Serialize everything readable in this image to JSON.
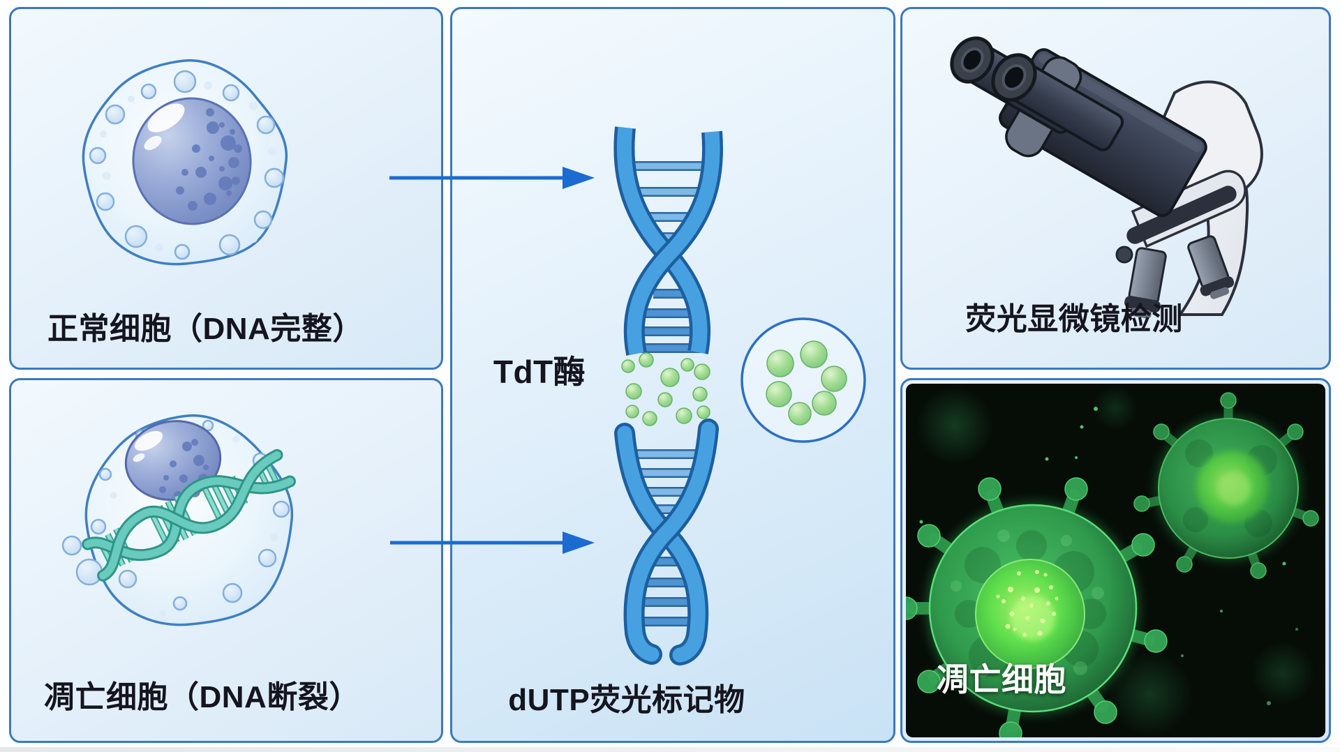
{
  "panels": {
    "normal_cell": {
      "label": "正常细胞（DNA完整）"
    },
    "apoptotic_cell": {
      "label": "凋亡细胞（DNA断裂）"
    },
    "reaction": {
      "tdt_label": "TdT酶",
      "dutp_label": "dUTP荧光标记物"
    },
    "detection": {
      "label": "荧光显微镜检测"
    },
    "micrograph": {
      "label": "凋亡细胞"
    }
  },
  "colors": {
    "panel_border": "#3a79bd",
    "arrow": "#1b6bd0",
    "dna_strand": "#47a1e1",
    "dna_outline": "#1c5fa0",
    "dutp_green": "#98d88a",
    "teal_dna": "#68cbbd",
    "fluorescent_green": "#46d167",
    "micrograph_background": "#060d07",
    "label_dark": "#15151f",
    "label_light": "#ffffff"
  }
}
